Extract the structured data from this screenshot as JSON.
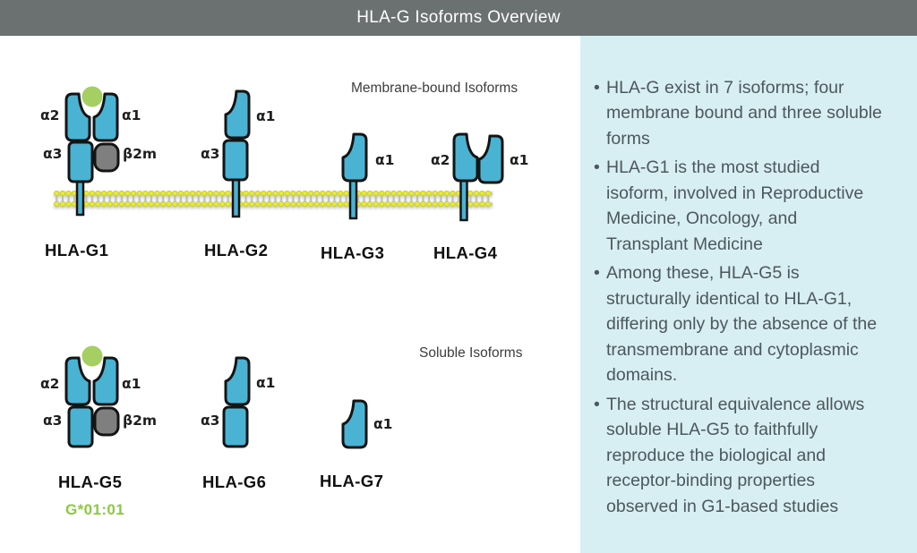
{
  "title": "HLA-G Isoforms Overview",
  "sections": {
    "membrane_bound_label": "Membrane-bound Isoforms",
    "soluble_label": "Soluble Isoforms"
  },
  "domain_labels": {
    "a1": "α1",
    "a2": "α2",
    "a3": "α3",
    "b2m": "β2m"
  },
  "isoforms": {
    "g1": "HLA-G1",
    "g2": "HLA-G2",
    "g3": "HLA-G3",
    "g4": "HLA-G4",
    "g5": "HLA-G5",
    "g6": "HLA-G6",
    "g7": "HLA-G7"
  },
  "allele_label": "G*01:01",
  "notes": {
    "bullets": [
      "HLA-G exist in 7 isoforms; four membrane bound and three soluble forms",
      "HLA-G1 is the most studied isoform, involved in Reproductive Medicine, Oncology, and Transplant Medicine",
      "Among these, HLA-G5 is structurally identical to HLA-G1, differing only by the absence of the transmembrane and cytoplasmic domains.",
      "The structural equivalence allows soluble HLA-G5 to faithfully reproduce the biological and receptor-binding properties observed in G1-based studies"
    ]
  },
  "colors": {
    "title_bar": "#6b7070",
    "panel_bg": "#d7eef3",
    "domain_blue": "#4ab3d3",
    "peptide_green": "#a5cf63",
    "b2m_gray": "#7f7f7f",
    "membrane_yellow": "#e8ea39",
    "allele_green": "#8cc944",
    "note_text": "#4d585c"
  }
}
